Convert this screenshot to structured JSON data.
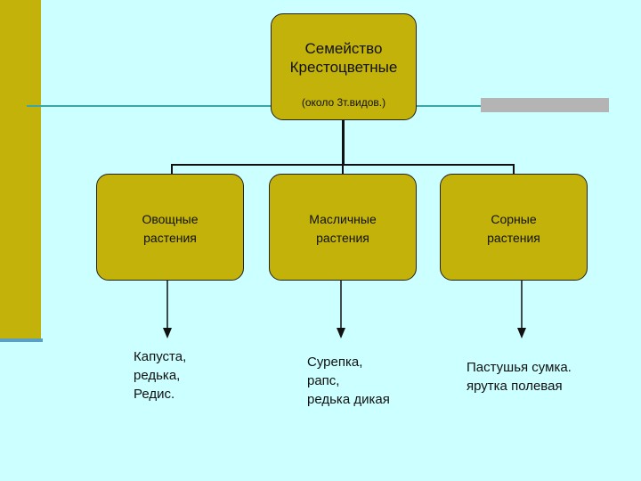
{
  "root": {
    "title_line1": "Семейство",
    "title_line2": "Крестоцветные",
    "note": "(около 3т.видов.)"
  },
  "categories": [
    {
      "line1": "Овощные",
      "line2": "растения",
      "examples": [
        "Капуста,",
        "редька,",
        "Редис."
      ]
    },
    {
      "line1": "Масличные",
      "line2": "растения",
      "examples": [
        "Сурепка,",
        "рапс,",
        "редька дикая"
      ]
    },
    {
      "line1": "Сорные",
      "line2": "растения",
      "examples": [
        "Пастушья сумка.",
        "ярутка полевая"
      ]
    }
  ],
  "colors": {
    "background": "#ccffff",
    "box_fill": "#c2b20a",
    "accent_line": "#3aa6a6",
    "left_bar": "#c2b20a"
  }
}
